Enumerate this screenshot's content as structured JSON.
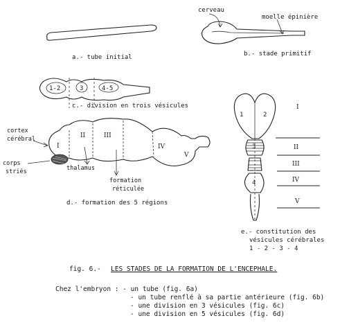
{
  "panel_a": {
    "caption": "a.- tube initial"
  },
  "panel_b": {
    "label_brain": "cerveau",
    "label_cord": "moelle épinière",
    "caption": "b.- stade primitif"
  },
  "panel_c": {
    "vesicles": [
      "1-2",
      "3",
      "4-5"
    ],
    "caption": "c.- division en trois vésicules"
  },
  "panel_d": {
    "regions": [
      "I",
      "II",
      "III",
      "IV",
      "V"
    ],
    "label_cortex_1": "cortex",
    "label_cortex_2": "cérébral",
    "label_striatum_1": "corps",
    "label_striatum_2": "striés",
    "label_thalamus": "thalamus",
    "label_reticular_1": "formation",
    "label_reticular_2": "réticulée",
    "caption": "d.- formation des 5 régions"
  },
  "panel_e": {
    "vesicle_numbers": [
      "1",
      "2",
      "3",
      "4"
    ],
    "regions": [
      "I",
      "II",
      "III",
      "IV",
      "V"
    ],
    "caption_1": "e.- constitution des",
    "caption_2": "vésicules cérébrales",
    "caption_3": "1 - 2 - 3 - 4"
  },
  "figure": {
    "number": "fig. 6.-",
    "title": "LES STADES DE LA FORMATION DE L'ENCEPHALE."
  },
  "summary": {
    "intro": "Chez l'embryon : - un tube (fig. 6a)",
    "lines": [
      "- un tube renflé à sa partie antérieure (fig. 6b)",
      "- une division en 3 vésicules (fig. 6c)",
      "- une division en 5 vésicules (fig. 6d)"
    ]
  }
}
